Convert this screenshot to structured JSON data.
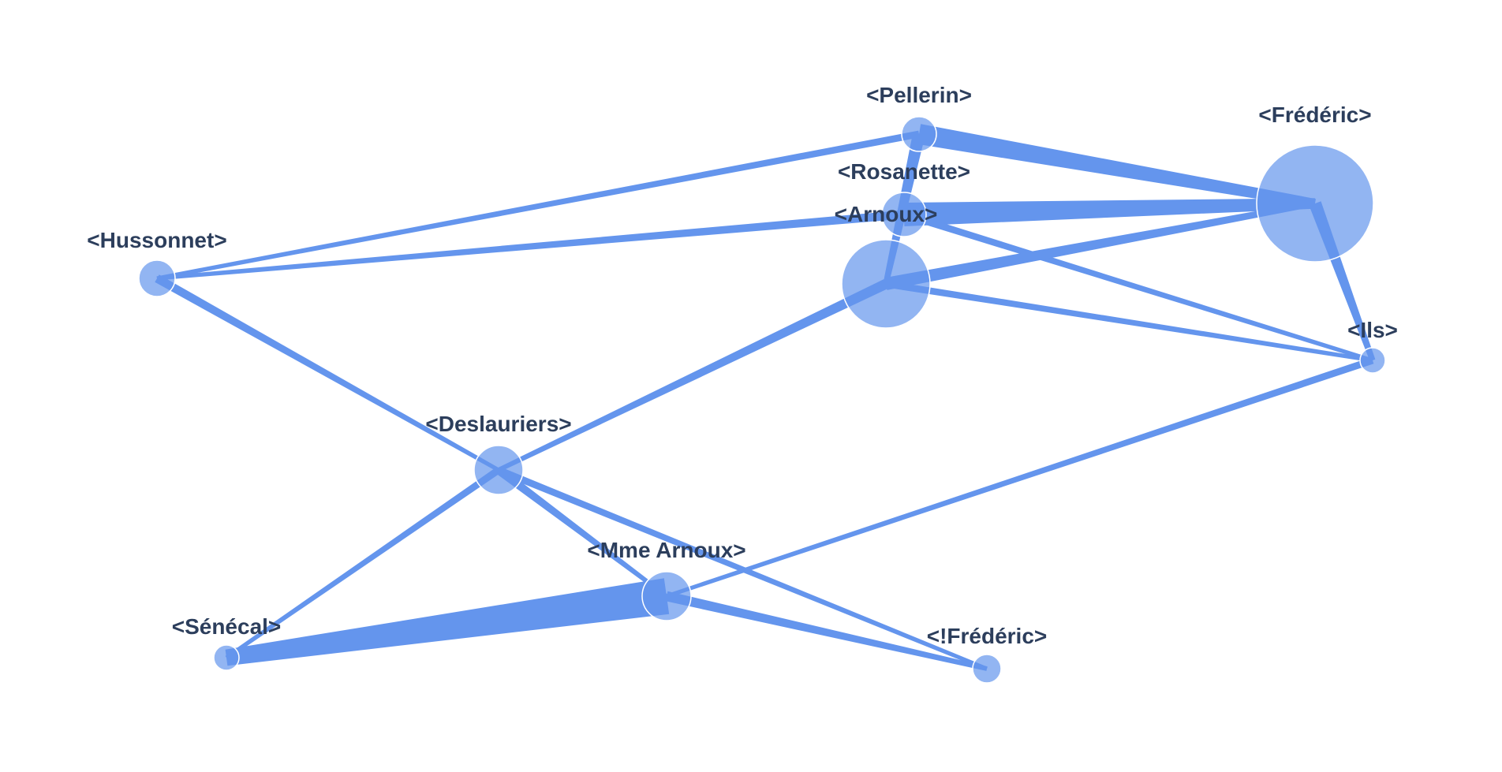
{
  "graph": {
    "colors": {
      "edge": "#6495ED",
      "node_fill": "#6495ED",
      "node_stroke": "#ffffff",
      "label": "#2C3E5C",
      "background": "#ffffff"
    },
    "nodes": [
      {
        "id": "pellerin",
        "label": "<Pellerin>"
      },
      {
        "id": "frederic",
        "label": "<Frédéric>"
      },
      {
        "id": "rosanette",
        "label": "<Rosanette>"
      },
      {
        "id": "arnoux",
        "label": "<Arnoux>"
      },
      {
        "id": "hussonnet",
        "label": "<Hussonnet>"
      },
      {
        "id": "ils",
        "label": "<Ils>"
      },
      {
        "id": "deslauriers",
        "label": "<Deslauriers>"
      },
      {
        "id": "mme_arnoux",
        "label": "<Mme Arnoux>"
      },
      {
        "id": "senecal",
        "label": "<Sénécal>"
      },
      {
        "id": "not_frederic",
        "label": "<!Frédéric>"
      }
    ],
    "edges": [
      {
        "source": "pellerin",
        "target": "frederic"
      },
      {
        "source": "pellerin",
        "target": "hussonnet"
      },
      {
        "source": "pellerin",
        "target": "arnoux"
      },
      {
        "source": "rosanette",
        "target": "frederic"
      },
      {
        "source": "rosanette",
        "target": "hussonnet"
      },
      {
        "source": "rosanette",
        "target": "ils"
      },
      {
        "source": "arnoux",
        "target": "frederic"
      },
      {
        "source": "arnoux",
        "target": "ils"
      },
      {
        "source": "arnoux",
        "target": "deslauriers"
      },
      {
        "source": "frederic",
        "target": "ils"
      },
      {
        "source": "hussonnet",
        "target": "deslauriers"
      },
      {
        "source": "deslauriers",
        "target": "mme_arnoux"
      },
      {
        "source": "deslauriers",
        "target": "senecal"
      },
      {
        "source": "deslauriers",
        "target": "not_frederic"
      },
      {
        "source": "ils",
        "target": "mme_arnoux"
      },
      {
        "source": "mme_arnoux",
        "target": "senecal"
      },
      {
        "source": "mme_arnoux",
        "target": "not_frederic"
      }
    ]
  }
}
